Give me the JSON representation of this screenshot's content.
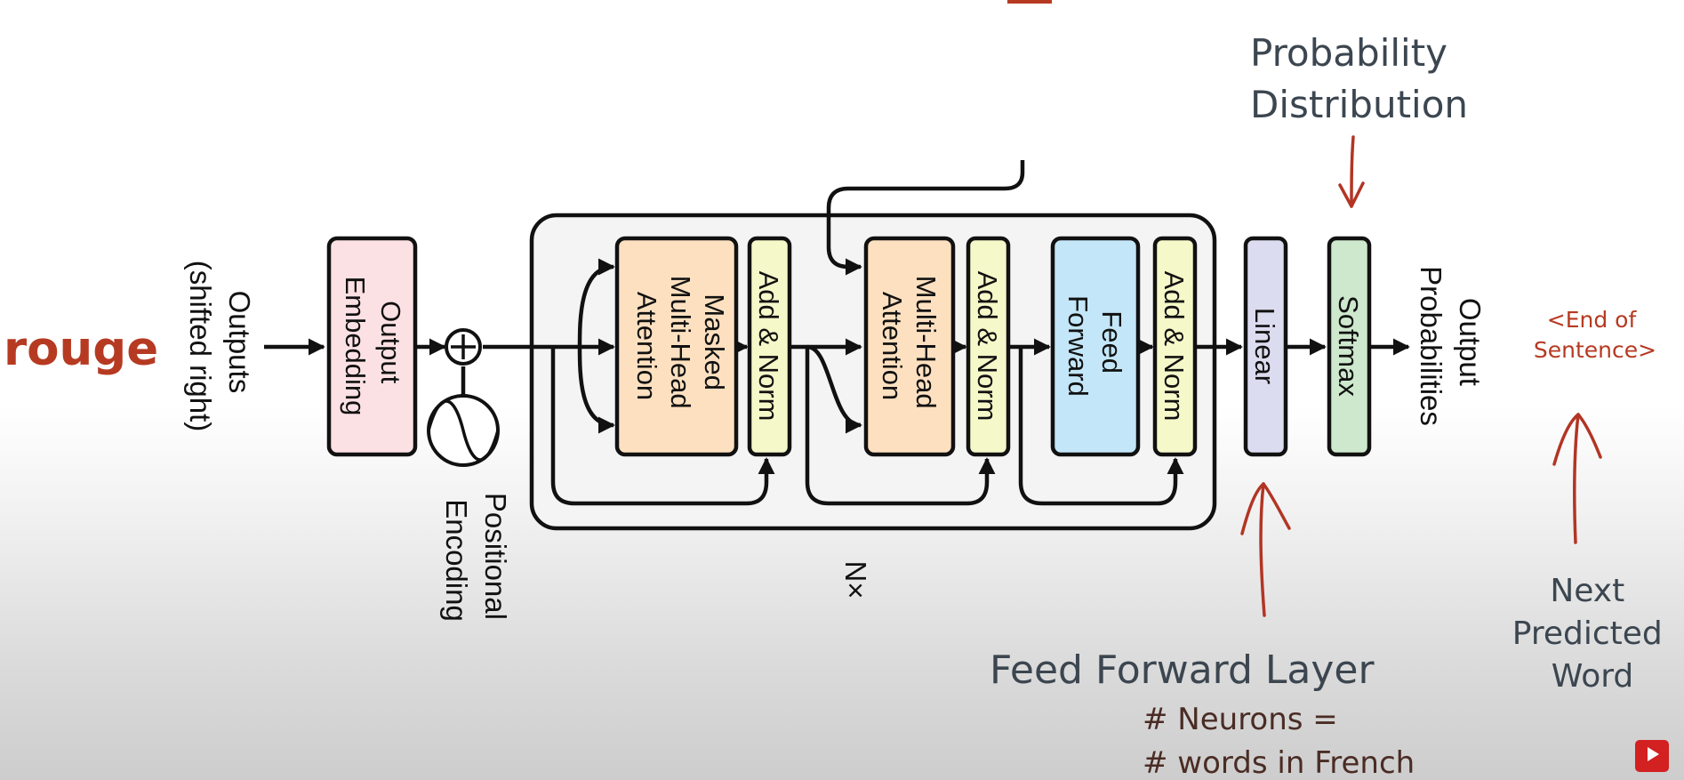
{
  "left_word": "rouge",
  "inputs": {
    "line1": "Outputs",
    "line2": "(shifted right)"
  },
  "embedding": {
    "line1": "Output",
    "line2": "Embedding"
  },
  "positional": {
    "line1": "Positional",
    "line2": "Encoding"
  },
  "masked_attention": {
    "line1": "Masked",
    "line2": "Multi-Head",
    "line3": "Attention"
  },
  "add_norm_label": "Add & Norm",
  "cross_attention": {
    "line1": "Multi-Head",
    "line2": "Attention"
  },
  "feed_forward": {
    "line1": "Feed",
    "line2": "Forward"
  },
  "repeat_label": "N×",
  "linear_label": "Linear",
  "softmax_label": "Softmax",
  "output_probs": {
    "line1": "Output",
    "line2": "Probabilities"
  },
  "prob_dist": {
    "line1": "Probability",
    "line2": "Distribution"
  },
  "end_token": {
    "line1": "<End of",
    "line2": "Sentence>"
  },
  "next_word": {
    "line1": "Next",
    "line2": "Predicted",
    "line3": "Word"
  },
  "ff_layer": {
    "title": "Feed Forward Layer",
    "line1": "# Neurons =",
    "line2": "# words in French"
  },
  "colors": {
    "embedding": "#fbe1e3",
    "attention": "#fde0c0",
    "add_norm": "#f5f8c8",
    "feed_forward": "#c3e6f8",
    "linear": "#dcdcf0",
    "softmax": "#cde8cc",
    "stack": "#f4f4f4",
    "annotation_red": "#b63a22"
  }
}
